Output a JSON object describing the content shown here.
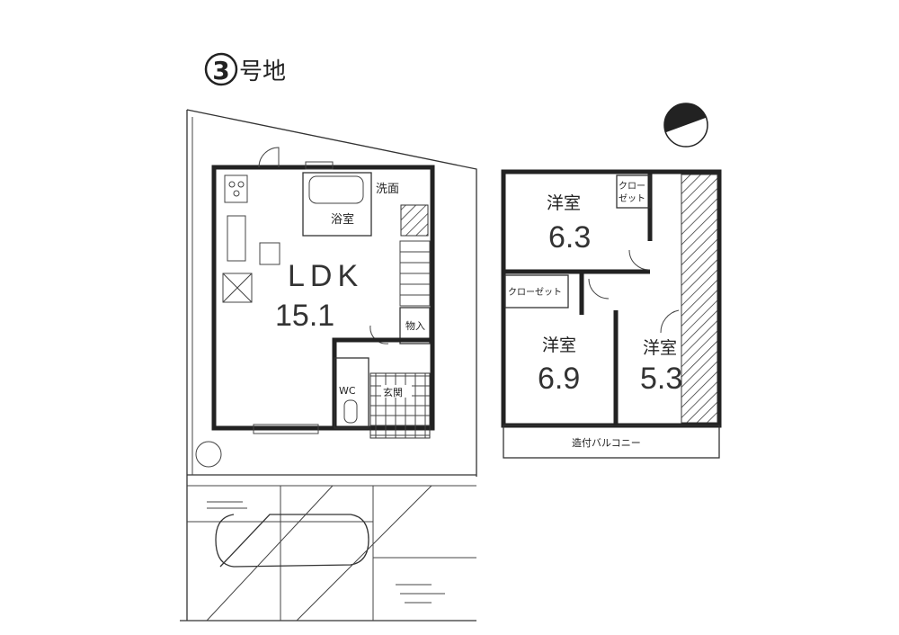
{
  "title": {
    "number": "3",
    "suffix": "号地"
  },
  "floor1": {
    "ldk_label": "LDK",
    "ldk_size": "15.1",
    "bath": "浴室",
    "washroom": "洗面",
    "storage": "物入",
    "wc": "WC",
    "entrance": "玄関"
  },
  "floor2": {
    "room_a": {
      "label": "洋室",
      "size": "6.3"
    },
    "room_b": {
      "label": "洋室",
      "size": "6.9"
    },
    "room_c": {
      "label": "洋室",
      "size": "5.3"
    },
    "closet_a": "クロー\nゼット",
    "closet_a_line1": "クロー",
    "closet_a_line2": "ゼット",
    "closet_b": "クローゼット",
    "balcony": "造付バルコニー"
  },
  "colors": {
    "line": "#222222",
    "background": "#ffffff"
  }
}
